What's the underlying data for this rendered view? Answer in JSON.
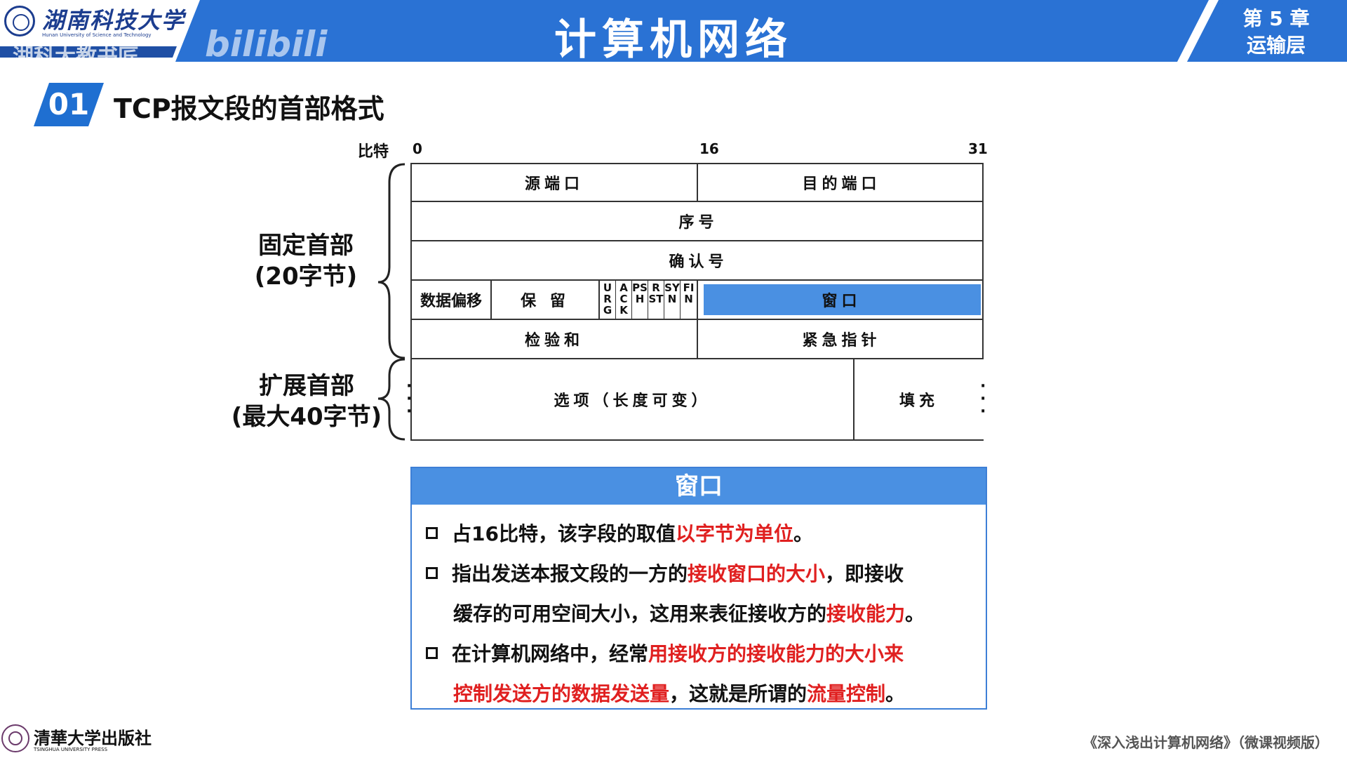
{
  "header": {
    "logo_name": "湖南科技大学",
    "logo_en": "Hunan University of Science and Technology",
    "watermark": "湖科大教书匠",
    "watermark2": "bilibili",
    "title": "计算机网络",
    "chapter": "第 5 章",
    "chapter_title": "运输层"
  },
  "section": {
    "number": "01",
    "title": "TCP报文段的首部格式"
  },
  "diagram": {
    "bits_label": "比特",
    "ticks": [
      "0",
      "16",
      "31"
    ],
    "fixed_header_label": "固定首部",
    "fixed_header_size": "(20字节)",
    "ext_header_label": "扩展首部",
    "ext_header_size": "(最大40字节)",
    "fields": {
      "src_port": "源端口",
      "dst_port": "目的端口",
      "seq": "序号",
      "ack": "确认号",
      "data_offset": "数据偏移",
      "reserved": "保 留",
      "flags": [
        "URG",
        "ACK",
        "PSH",
        "RST",
        "SYN",
        "FIN"
      ],
      "window": "窗口",
      "checksum": "检验和",
      "urgent_ptr": "紧急指针",
      "options": "选项（长度可变）",
      "padding": "填充"
    }
  },
  "info": {
    "title": "窗口",
    "b1_a": "占16比特，该字段的取值",
    "b1_red": "以字节为单位",
    "b1_b": "。",
    "b2_a": "指出发送本报文段的一方的",
    "b2_red": "接收窗口的大小",
    "b2_b": "，即接收",
    "b2_c": "缓存的可用空间大小，这用来表征接收方的",
    "b2_red2": "接收能力",
    "b2_d": "。",
    "b3_a": "在计算机网络中，经常",
    "b3_red": "用接收方的接收能力的大小来",
    "b3_red2": "控制发送方的数据发送量",
    "b3_b": "，这就是所谓的",
    "b3_red3": "流量控制",
    "b3_c": "。"
  },
  "footer": {
    "publisher": "清華大学出版社",
    "publisher_en": "TSINGHUA UNIVERSITY PRESS",
    "book": "《深入浅出计算机网络》（微课视频版）"
  }
}
